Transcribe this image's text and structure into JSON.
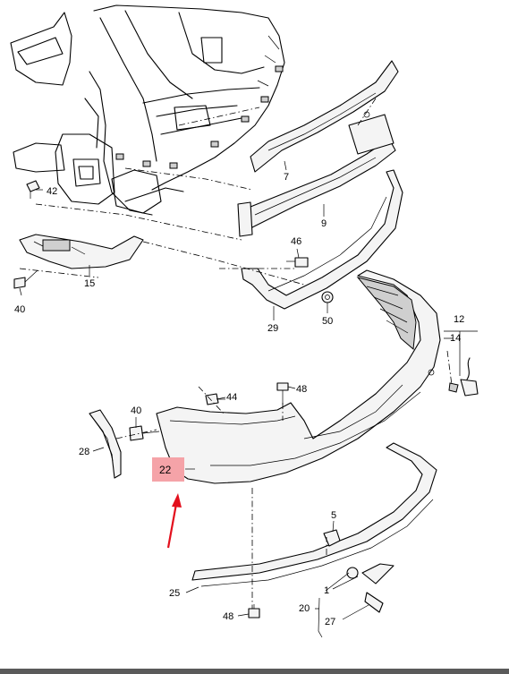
{
  "diagram": {
    "labels": {
      "p1": "1",
      "p5": "5",
      "p7": "7",
      "p9": "9",
      "p12": "12",
      "p14": "14",
      "p15": "15",
      "p20": "20",
      "p22": "22",
      "p25": "25",
      "p27": "27",
      "p28": "28",
      "p29": "29",
      "p40a": "40",
      "p40b": "40",
      "p42": "42",
      "p44": "44",
      "p46": "46",
      "p48a": "48",
      "p48b": "48",
      "p50": "50"
    },
    "highlight_color": "#f5a3a8",
    "arrow_color": "#e3101d",
    "bar_color": "#5a5a5a"
  }
}
